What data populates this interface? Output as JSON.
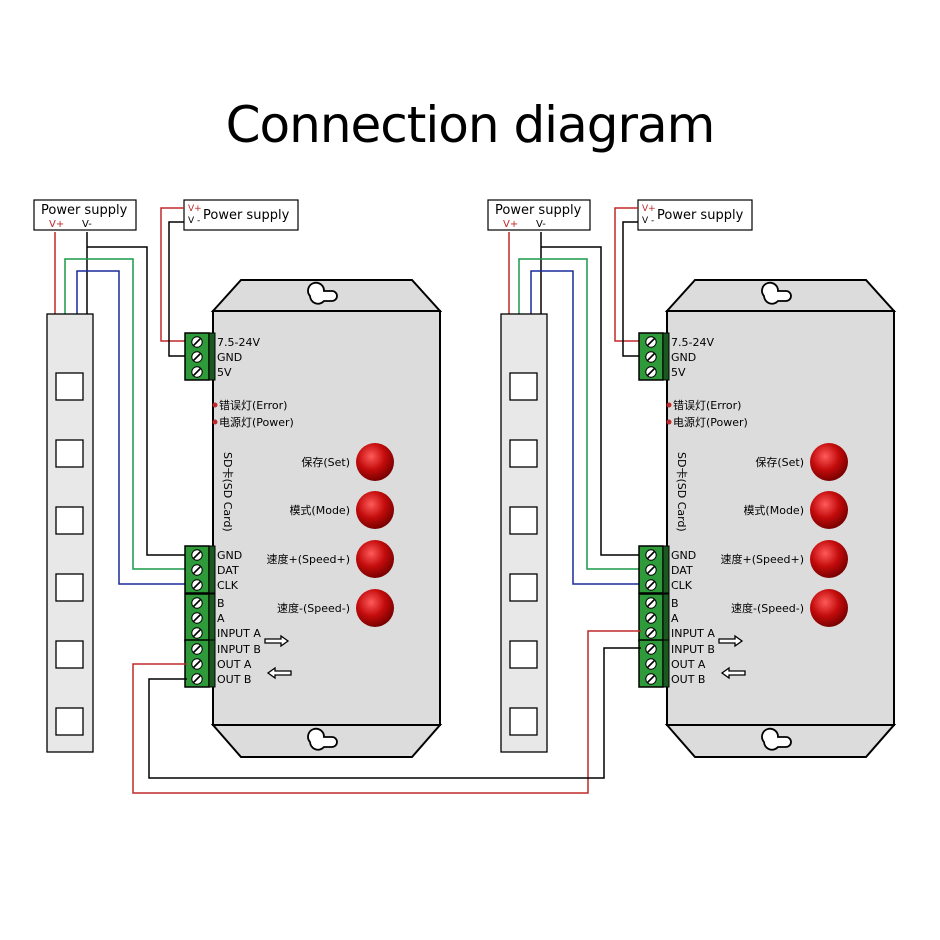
{
  "title": "Connection diagram",
  "colors": {
    "vplus": "#c0282a",
    "vminus": "#000000",
    "data": "#1a9a4a",
    "clock": "#1a2a9a",
    "terminal": "#2e9a3a",
    "housing": "#dcdcdc",
    "strip": "#e8e8e8",
    "button": "#c40c0c"
  },
  "power_supply_strip": {
    "label": "Power supply",
    "vplus": "V+",
    "vminus": "V-"
  },
  "power_supply_controller": {
    "label": "Power supply",
    "vplus": "V+",
    "vminus": "V -"
  },
  "controller": {
    "power_terminals": [
      "7.5-24V",
      "GND",
      "5V"
    ],
    "leds": [
      "错误灯(Error)",
      "电源灯(Power)"
    ],
    "sd_card": "SD卡(SD Card)",
    "buttons": [
      "保存(Set)",
      "模式(Mode)",
      "速度+(Speed+)",
      "速度-(Speed-)"
    ],
    "signal_terminals": [
      "GND",
      "DAT",
      "CLK"
    ],
    "io_terminals_a": [
      "B",
      "A",
      "INPUT  A"
    ],
    "io_terminals_b": [
      "INPUT  B",
      "OUT  A",
      "OUT  B"
    ],
    "arrow_in": "input-arrow",
    "arrow_out": "output-arrow"
  },
  "strip": {
    "led_count": 6
  },
  "units": [
    {
      "name": "unit-1"
    },
    {
      "name": "unit-2"
    }
  ]
}
